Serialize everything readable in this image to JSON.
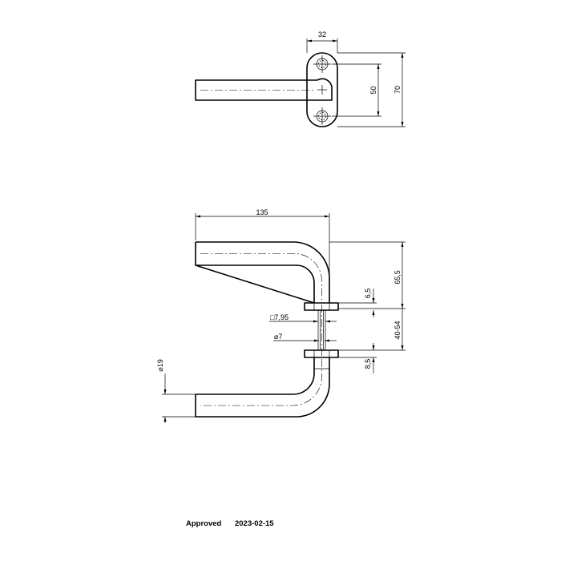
{
  "dimensions": {
    "top_width": "32",
    "top_hole_spacing": "50",
    "top_height": "70",
    "lever_length": "135",
    "upper_height": "65,5",
    "rose_thickness_top": "6,5",
    "spindle_square": "□7,95",
    "door_thickness": "40-54",
    "pin_diameter": "⌀7",
    "rose_thickness_bottom": "8,5",
    "grip_diameter": "⌀19"
  },
  "footer": {
    "status": "Approved",
    "date": "2023-02-15"
  }
}
